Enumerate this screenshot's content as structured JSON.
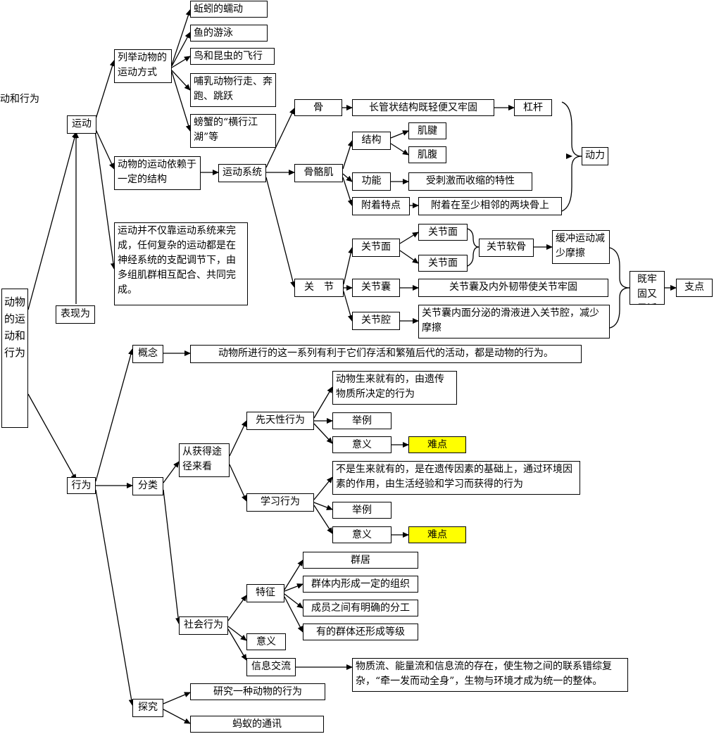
{
  "colors": {
    "line": "#000000",
    "highlight": "#ffff00"
  },
  "cutoff_label": "动和行为",
  "root": "动物的运动和行为",
  "motion": {
    "label": "运动",
    "manifest": "表现为",
    "list_ways": {
      "label": "列举动物的运动方式",
      "items": [
        "蚯蚓的蠕动",
        "鱼的游泳",
        "鸟和昆虫的飞行",
        "哺乳动物行走、奔跑、跳跃",
        "螃蟹的“横行江湖”等"
      ]
    },
    "depends": "动物的运动依赖于一定的结构",
    "system": {
      "label": "运动系统",
      "bone": {
        "label": "骨",
        "desc": "长管状结构既轻便又牢固",
        "role": "杠杆"
      },
      "muscle": {
        "label": "骨骼肌",
        "structure": {
          "label": "结构",
          "items": [
            "肌腱",
            "肌腹"
          ]
        },
        "function": {
          "label": "功能",
          "desc": "受刺激而收缩的特性"
        },
        "attach": {
          "label": "附着特点",
          "desc": "附着在至少相邻的两块骨上"
        }
      },
      "power": "动力",
      "joint": {
        "label": "关　节",
        "surface": {
          "label": "关节面",
          "items": [
            "关节面",
            "关节面"
          ]
        },
        "cartilage": "关节软骨",
        "cushion": "缓冲运动减少摩擦",
        "capsule": {
          "label": "关节囊",
          "desc": "关节囊及内外韧带使关节牢固"
        },
        "cavity": {
          "label": "关节腔",
          "desc": "关节囊内面分泌的滑液进入关节腔，减少摩擦"
        },
        "firm": "既牢固又灵活",
        "fulcrum": "支点"
      }
    },
    "nervous": "运动并不仅靠运动系统来完成，任何复杂的运动都是在神经系统的支配调节下，由多组肌群相互配合、共同完成。"
  },
  "behavior": {
    "label": "行为",
    "concept": {
      "label": "概念",
      "desc": "动物所进行的这一系列有利于它们存活和繁殖后代的活动，都是动物的行为。"
    },
    "classify": {
      "label": "分类",
      "by_origin": "从获得途径来看",
      "innate": {
        "label": "先天性行为",
        "desc": "动物生来就有的，由遗传物质所决定的行为",
        "example": "举例",
        "meaning": "意义",
        "difficulty": "难点"
      },
      "learned": {
        "label": "学习行为",
        "desc": "不是生来就有的，是在遗传因素的基础上，通过环境因素的作用，由生活经验和学习而获得的行为",
        "example": "举例",
        "meaning": "意义",
        "difficulty": "难点"
      },
      "social": {
        "label": "社会行为",
        "feature": {
          "label": "特征",
          "items": [
            "群居",
            "群体内形成一定的组织",
            "成员之间有明确的分工",
            "有的群体还形成等级"
          ]
        },
        "meaning": "意义",
        "info": {
          "label": "信息交流",
          "desc": "物质流、能量流和信息流的存在，使生物之间的联系错综复杂，“牵一发而动全身”，生物与环境才成为统一的整体。"
        }
      }
    },
    "explore": {
      "label": "探究",
      "items": [
        "研究一种动物的行为",
        "蚂蚁的通讯"
      ]
    }
  }
}
